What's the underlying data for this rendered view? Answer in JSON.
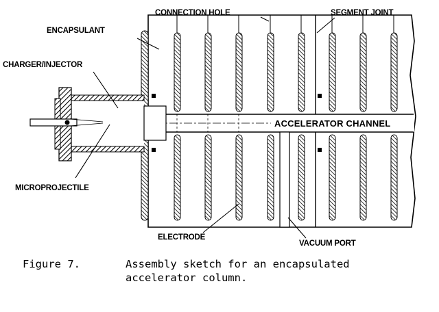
{
  "labels": {
    "connection_hole": "CONNECTION HOLE",
    "segment_joint": "SEGMENT JOINT",
    "encapsulant": "ENCAPSULANT",
    "charger_injector": "CHARGER/INJECTOR",
    "accelerator_channel": "ACCELERATOR CHANNEL",
    "microprojectile": "MICROPROJECTILE",
    "electrode": "ELECTRODE",
    "vacuum_port": "VACUUM PORT"
  },
  "caption": {
    "number": "Figure 7.",
    "line1": "Assembly sketch for an encapsulated",
    "line2": "accelerator column."
  }
}
